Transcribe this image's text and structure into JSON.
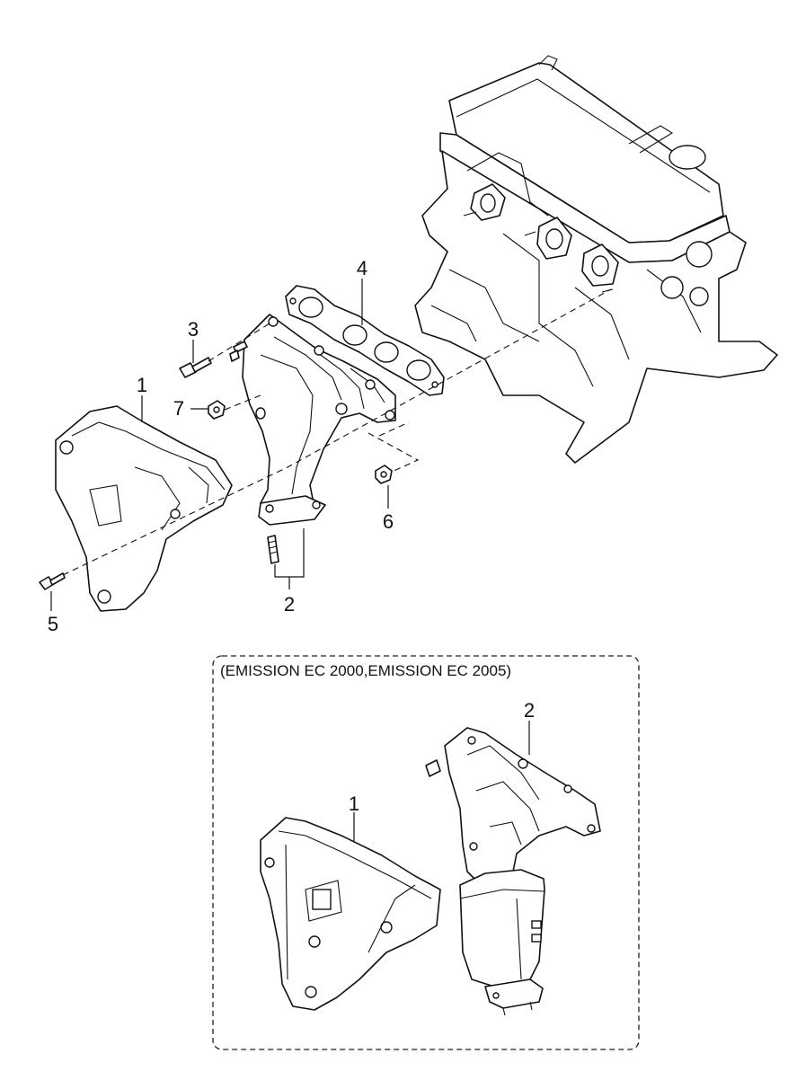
{
  "callouts": {
    "main_1": "1",
    "main_2": "2",
    "main_3": "3",
    "main_4": "4",
    "main_5": "5",
    "main_6": "6",
    "main_7": "7",
    "inset_1": "1",
    "inset_2": "2"
  },
  "inset": {
    "title": "(EMISSION EC 2000,EMISSION EC 2005)"
  }
}
